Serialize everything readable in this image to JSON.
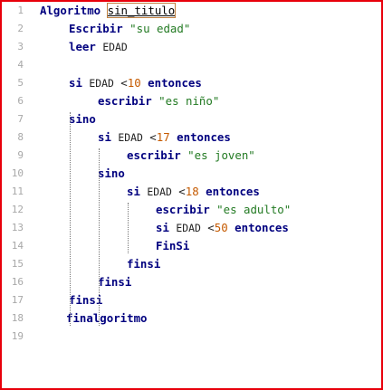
{
  "editor": {
    "line_numbers": [
      "1",
      "2",
      "3",
      "4",
      "5",
      "6",
      "7",
      "8",
      "9",
      "10",
      "11",
      "12",
      "13",
      "14",
      "15",
      "16",
      "17",
      "18",
      "19"
    ],
    "lines": [
      [
        {
          "t": "kw",
          "v": "Algoritmo"
        },
        {
          "t": "sp",
          "v": " "
        },
        {
          "t": "name",
          "v": "sin_titulo"
        }
      ],
      [
        {
          "t": "kw",
          "v": "Escribir"
        },
        {
          "t": "sp",
          "v": " "
        },
        {
          "t": "str",
          "v": "\"su edad\""
        }
      ],
      [
        {
          "t": "kw",
          "v": "leer"
        },
        {
          "t": "sp",
          "v": " "
        },
        {
          "t": "id",
          "v": "EDAD"
        }
      ],
      [],
      [
        {
          "t": "kw",
          "v": "si"
        },
        {
          "t": "sp",
          "v": " "
        },
        {
          "t": "id",
          "v": "EDAD"
        },
        {
          "t": "sp",
          "v": " "
        },
        {
          "t": "op",
          "v": "<"
        },
        {
          "t": "num",
          "v": "10"
        },
        {
          "t": "sp",
          "v": " "
        },
        {
          "t": "kw",
          "v": "entonces"
        }
      ],
      [
        {
          "t": "kw",
          "v": "escribir"
        },
        {
          "t": "sp",
          "v": " "
        },
        {
          "t": "str",
          "v": "\"es niño\""
        }
      ],
      [
        {
          "t": "kw",
          "v": "sino"
        }
      ],
      [
        {
          "t": "kw",
          "v": "si"
        },
        {
          "t": "sp",
          "v": " "
        },
        {
          "t": "id",
          "v": "EDAD"
        },
        {
          "t": "sp",
          "v": " "
        },
        {
          "t": "op",
          "v": "<"
        },
        {
          "t": "num",
          "v": "17"
        },
        {
          "t": "sp",
          "v": " "
        },
        {
          "t": "kw",
          "v": "entonces"
        }
      ],
      [
        {
          "t": "kw",
          "v": "escribir"
        },
        {
          "t": "sp",
          "v": " "
        },
        {
          "t": "str",
          "v": "\"es joven\""
        }
      ],
      [
        {
          "t": "kw",
          "v": "sino"
        }
      ],
      [
        {
          "t": "kw",
          "v": "si"
        },
        {
          "t": "sp",
          "v": " "
        },
        {
          "t": "id",
          "v": "EDAD"
        },
        {
          "t": "sp",
          "v": " "
        },
        {
          "t": "op",
          "v": "<"
        },
        {
          "t": "num",
          "v": "18"
        },
        {
          "t": "sp",
          "v": " "
        },
        {
          "t": "kw",
          "v": "entonces"
        }
      ],
      [
        {
          "t": "kw",
          "v": "escribir"
        },
        {
          "t": "sp",
          "v": " "
        },
        {
          "t": "str",
          "v": "\"es adulto\""
        }
      ],
      [
        {
          "t": "kw",
          "v": "si"
        },
        {
          "t": "sp",
          "v": " "
        },
        {
          "t": "id",
          "v": "EDAD"
        },
        {
          "t": "sp",
          "v": " "
        },
        {
          "t": "op",
          "v": "<"
        },
        {
          "t": "num",
          "v": "50"
        },
        {
          "t": "sp",
          "v": " "
        },
        {
          "t": "kw",
          "v": "entonces"
        }
      ],
      [
        {
          "t": "kw",
          "v": "FinSi"
        }
      ],
      [
        {
          "t": "kw",
          "v": "finsi"
        }
      ],
      [
        {
          "t": "kw",
          "v": "finsi"
        }
      ],
      [
        {
          "t": "kw",
          "v": "finsi"
        }
      ],
      [
        {
          "t": "kw",
          "v": "finalgoritmo"
        }
      ],
      []
    ]
  },
  "colors": {
    "border": "#e8000b",
    "keyword": "#00007f",
    "string": "#227a22",
    "number": "#c55a00",
    "line_number": "#a8a8a8"
  }
}
